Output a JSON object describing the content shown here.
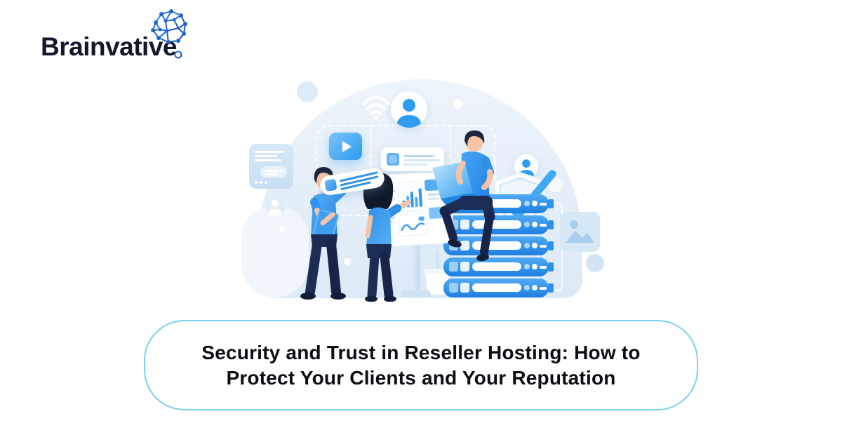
{
  "page": {
    "background": "#ffffff",
    "type": "blog-og-banner"
  },
  "logo": {
    "text": "Brainvative",
    "text_color": "#13182b",
    "icon": "brain-network-icon",
    "icon_color_start": "#2e86e8",
    "icon_color_end": "#1244b8"
  },
  "title_card": {
    "line1": "Security and Trust in Reseller Hosting: How to",
    "line2": "Protect Your Clients and Your Reputation",
    "border_color": "#79d0f2",
    "text_color": "#0c0e13",
    "background": "#ffffff"
  },
  "illustration": {
    "description": "Three people managing and securing a hosting server stack under a light-blue dome",
    "dome_color": "#e4eef8",
    "accent_blue": "#2e97f1",
    "deep_blue": "#1f7fe0",
    "navy": "#1b2a52",
    "skin": "#f6c4a4",
    "server_rows": 5,
    "icons": [
      "wifi-icon",
      "user-avatar-icon",
      "video-play-icon",
      "chat-bubbles-card",
      "message-card",
      "comment-pill",
      "presentation-board",
      "shield-check-icon",
      "image-icon",
      "plant",
      "server-stack"
    ]
  }
}
